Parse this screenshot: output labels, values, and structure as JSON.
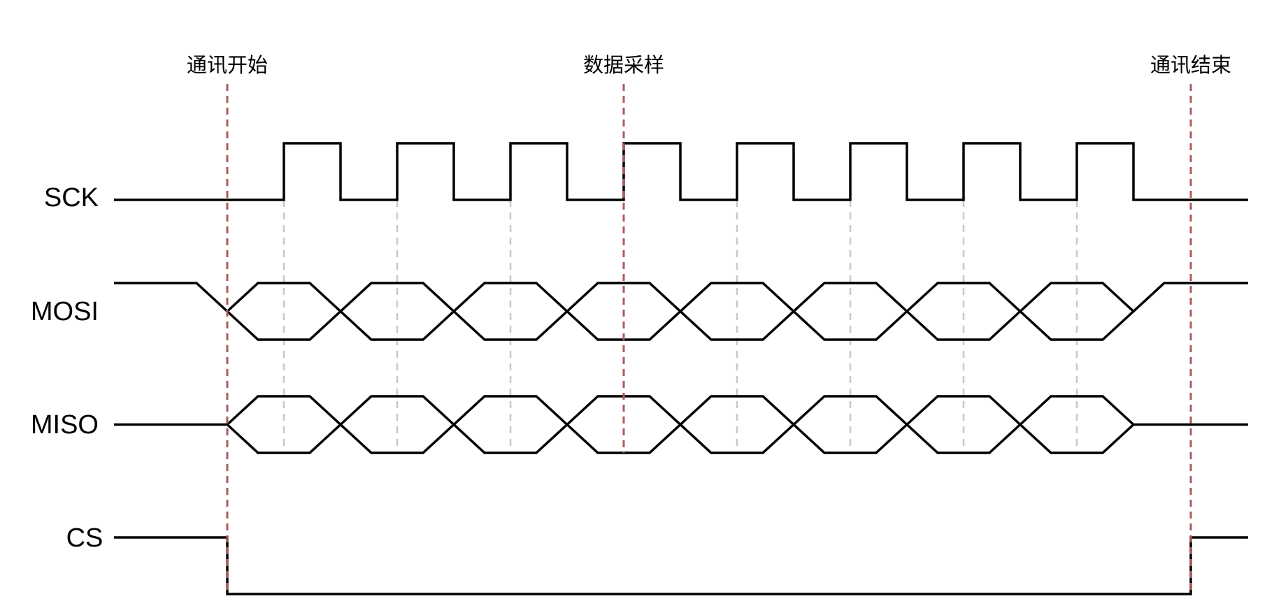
{
  "events": [
    {
      "id": "start",
      "label": "通讯开始"
    },
    {
      "id": "sample",
      "label": "数据采样"
    },
    {
      "id": "end",
      "label": "通讯结束"
    }
  ],
  "signals": [
    {
      "id": "sck",
      "label": "SCK"
    },
    {
      "id": "mosi",
      "label": "MOSI"
    },
    {
      "id": "miso",
      "label": "MISO"
    },
    {
      "id": "cs",
      "label": "CS"
    }
  ],
  "timing": {
    "clock_cycles": 8,
    "bits_per_transfer": 8
  },
  "colors": {
    "waveform": "#000000",
    "event_marker": "#b05a5a",
    "sample_guide": "#c8c8c8",
    "background": "#ffffff"
  }
}
